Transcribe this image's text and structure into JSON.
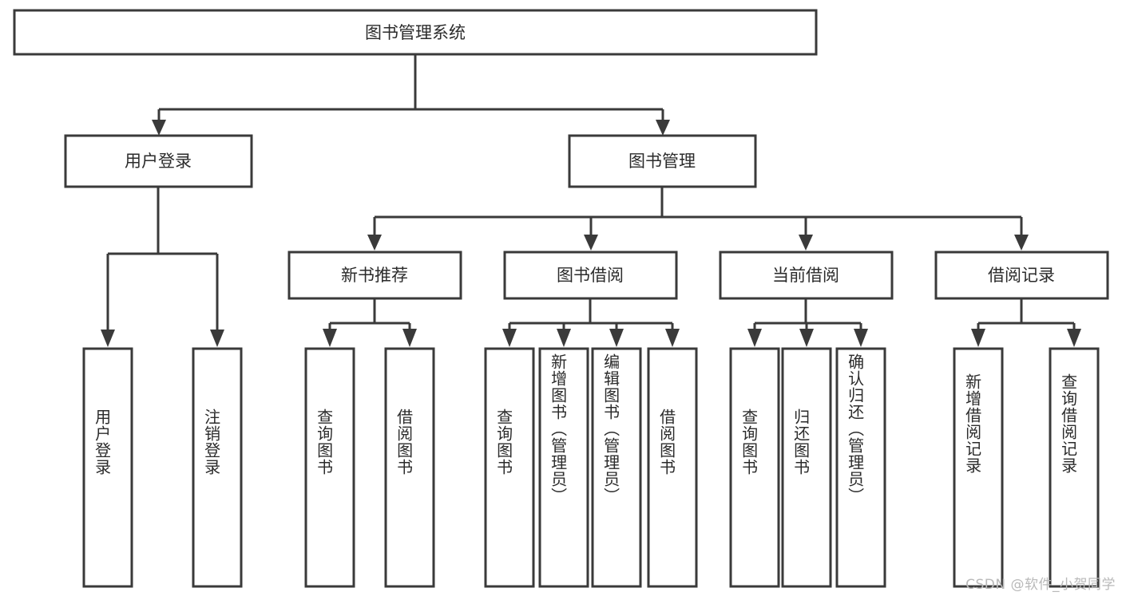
{
  "diagram": {
    "type": "tree-hierarchy",
    "title_node": {
      "id": "root",
      "label": "图书管理系统"
    },
    "level2": [
      {
        "id": "user-login",
        "label": "用户登录"
      },
      {
        "id": "book-manage",
        "label": "图书管理"
      }
    ],
    "level3": [
      {
        "id": "new-book-rec",
        "label": "新书推荐",
        "parent": "book-manage"
      },
      {
        "id": "book-borrow",
        "label": "图书借阅",
        "parent": "book-manage"
      },
      {
        "id": "current-borrow",
        "label": "当前借阅",
        "parent": "book-manage"
      },
      {
        "id": "borrow-record",
        "label": "借阅记录",
        "parent": "book-manage"
      }
    ],
    "leaves": [
      {
        "id": "leaf-user-login",
        "label": "用户登录",
        "parent": "user-login"
      },
      {
        "id": "leaf-logout",
        "label": "注销登录",
        "parent": "user-login"
      },
      {
        "id": "leaf-query-book-1",
        "label": "查询图书",
        "parent": "new-book-rec"
      },
      {
        "id": "leaf-borrow-book-1",
        "label": "借阅图书",
        "parent": "new-book-rec"
      },
      {
        "id": "leaf-query-book-2",
        "label": "查询图书",
        "parent": "book-borrow"
      },
      {
        "id": "leaf-add-book",
        "label": "新增图书（管理员）",
        "parent": "book-borrow"
      },
      {
        "id": "leaf-edit-book",
        "label": "编辑图书（管理员）",
        "parent": "book-borrow"
      },
      {
        "id": "leaf-borrow-book-2",
        "label": "借阅图书",
        "parent": "book-borrow"
      },
      {
        "id": "leaf-query-book-3",
        "label": "查询图书",
        "parent": "current-borrow"
      },
      {
        "id": "leaf-return-book",
        "label": "归还图书",
        "parent": "current-borrow"
      },
      {
        "id": "leaf-confirm-return",
        "label": "确认归还（管理员）",
        "parent": "current-borrow"
      },
      {
        "id": "leaf-add-record",
        "label": "新增借阅记录",
        "parent": "borrow-record"
      },
      {
        "id": "leaf-query-record",
        "label": "查询借阅记录",
        "parent": "borrow-record"
      }
    ],
    "colors": {
      "stroke": "#3a3a3a",
      "fill": "#ffffff",
      "text": "#2b2b2b",
      "watermark": "#b9b9b9"
    }
  },
  "watermark": {
    "text": "CSDN @软件_小贺同学"
  }
}
